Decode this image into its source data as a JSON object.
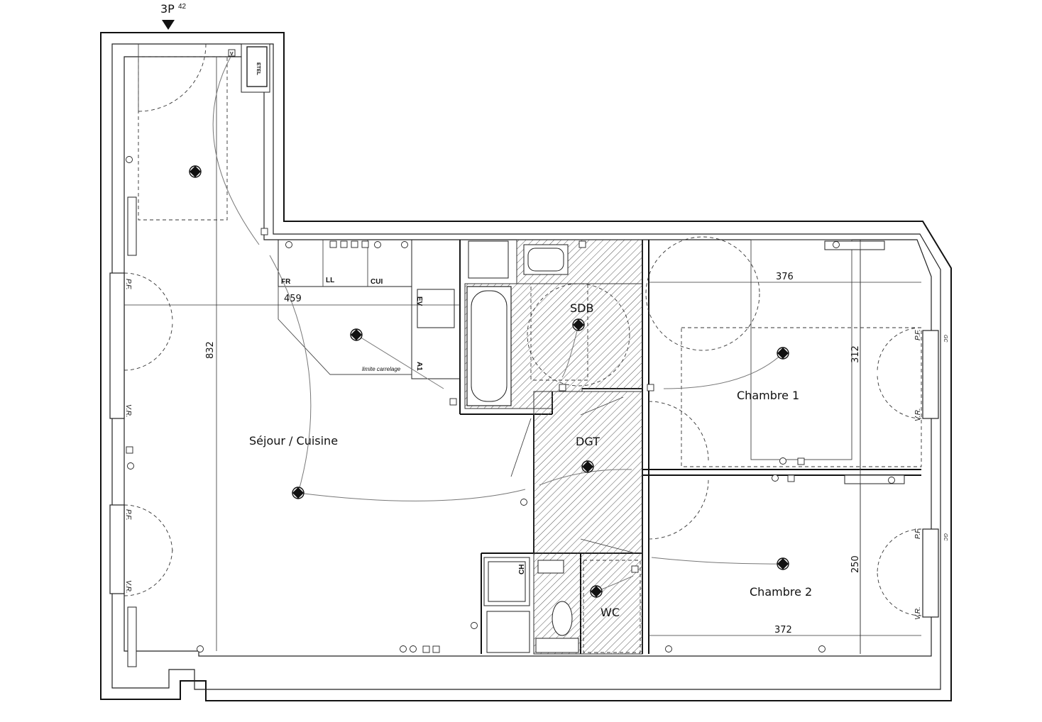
{
  "entry": {
    "label": "3P",
    "superscript": "42"
  },
  "rooms": {
    "sejour": "Séjour / Cuisine",
    "sdb": "SDB",
    "dgt": "DGT",
    "wc": "WC",
    "chambre1": "Chambre 1",
    "chambre2": "Chambre 2"
  },
  "dimensions": {
    "sejour_length": "832",
    "sejour_width": "459",
    "chambre1_width": "376",
    "chambre1_depth": "312",
    "chambre2_width": "372",
    "chambre2_depth": "250"
  },
  "kitchen_labels": {
    "fridge": "FR",
    "dishwasher": "LL",
    "cooktop": "CUI",
    "sink": "EV",
    "cabinet": "A1",
    "tile_limit": "limite carrelage"
  },
  "equipment": {
    "water_heater": "CH",
    "electric_panel": "ETEL",
    "vent": "V"
  },
  "windows": {
    "french_door": "P.F.",
    "shutter": "V.R.",
    "gc": "GC"
  },
  "colors": {
    "wall": "#111111",
    "hatch": "#555555",
    "wiring": "#777777"
  }
}
